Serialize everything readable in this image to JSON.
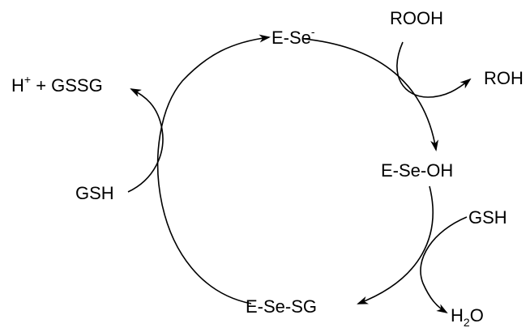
{
  "species": {
    "e_se": {
      "base": "E-Se",
      "charge": "-"
    },
    "e_se_oh": "E-Se-OH",
    "e_se_sg": "E-Se-SG"
  },
  "reagents": {
    "rooh": "ROOH",
    "roh": "ROH",
    "gsh_right": "GSH",
    "water": {
      "base": "H",
      "subscript": "2",
      "rest": "O"
    },
    "gsh_left": "GSH",
    "proton_gssg": {
      "h": "H",
      "charge": "+",
      "rest": " + GSSG"
    }
  },
  "colors": {
    "ink": "#000000",
    "background": "#ffffff"
  }
}
